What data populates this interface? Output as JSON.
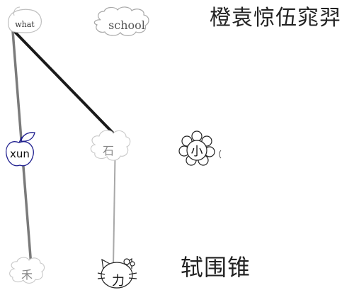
{
  "title": "橙袁惊伍窕羿",
  "footer": "轼围锥",
  "tiles": {
    "what": "what",
    "school": "school",
    "xun": "xun",
    "shi": "石",
    "xiao": "小",
    "he": "禾",
    "li": "力"
  },
  "colors": {
    "line_dark": "#1a1a1a",
    "line_gray": "#7a7a7a",
    "line_light": "#a8a8a8",
    "apple_blue": "#1f1f8f"
  }
}
